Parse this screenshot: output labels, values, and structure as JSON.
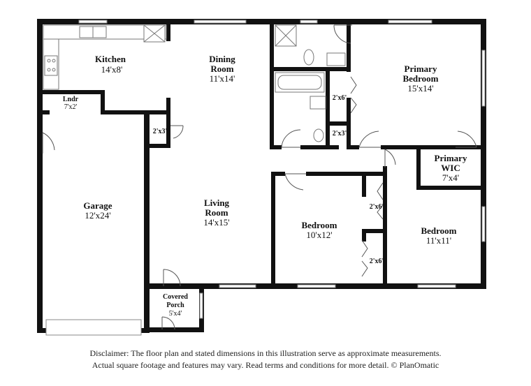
{
  "rooms": {
    "kitchen": {
      "name": "Kitchen",
      "dim": "14'x8'"
    },
    "dining": {
      "name_1": "Dining",
      "name_2": "Room",
      "dim": "11'x14'"
    },
    "primary_bedroom": {
      "name_1": "Primary",
      "name_2": "Bedroom",
      "dim": "15'x14'"
    },
    "laundry": {
      "name": "Lndr",
      "dim": "7'x2'"
    },
    "closet_a": {
      "dim": "2'x3'"
    },
    "closet_b": {
      "dim": "2'x6'"
    },
    "closet_c": {
      "dim": "2'x3'"
    },
    "primary_wic": {
      "name_1": "Primary",
      "name_2": "WIC",
      "dim": "7'x4'"
    },
    "garage": {
      "name": "Garage",
      "dim": "12'x24'"
    },
    "living": {
      "name_1": "Living",
      "name_2": "Room",
      "dim": "14'x15'"
    },
    "bedroom_2": {
      "name": "Bedroom",
      "dim": "10'x12'"
    },
    "bedroom_3": {
      "name": "Bedroom",
      "dim": "11'x11'"
    },
    "closet_d": {
      "dim": "2'x6'"
    },
    "closet_e": {
      "dim": "2'x6'"
    },
    "porch": {
      "name_1": "Covered",
      "name_2": "Porch",
      "dim": "5'x4'"
    }
  },
  "disclaimer": {
    "line1": "Disclaimer: The floor plan and stated dimensions in this illustration serve as approximate measurements.",
    "line2": "Actual square footage and features may vary. Read terms and conditions for more detail. © PlanOmatic"
  }
}
